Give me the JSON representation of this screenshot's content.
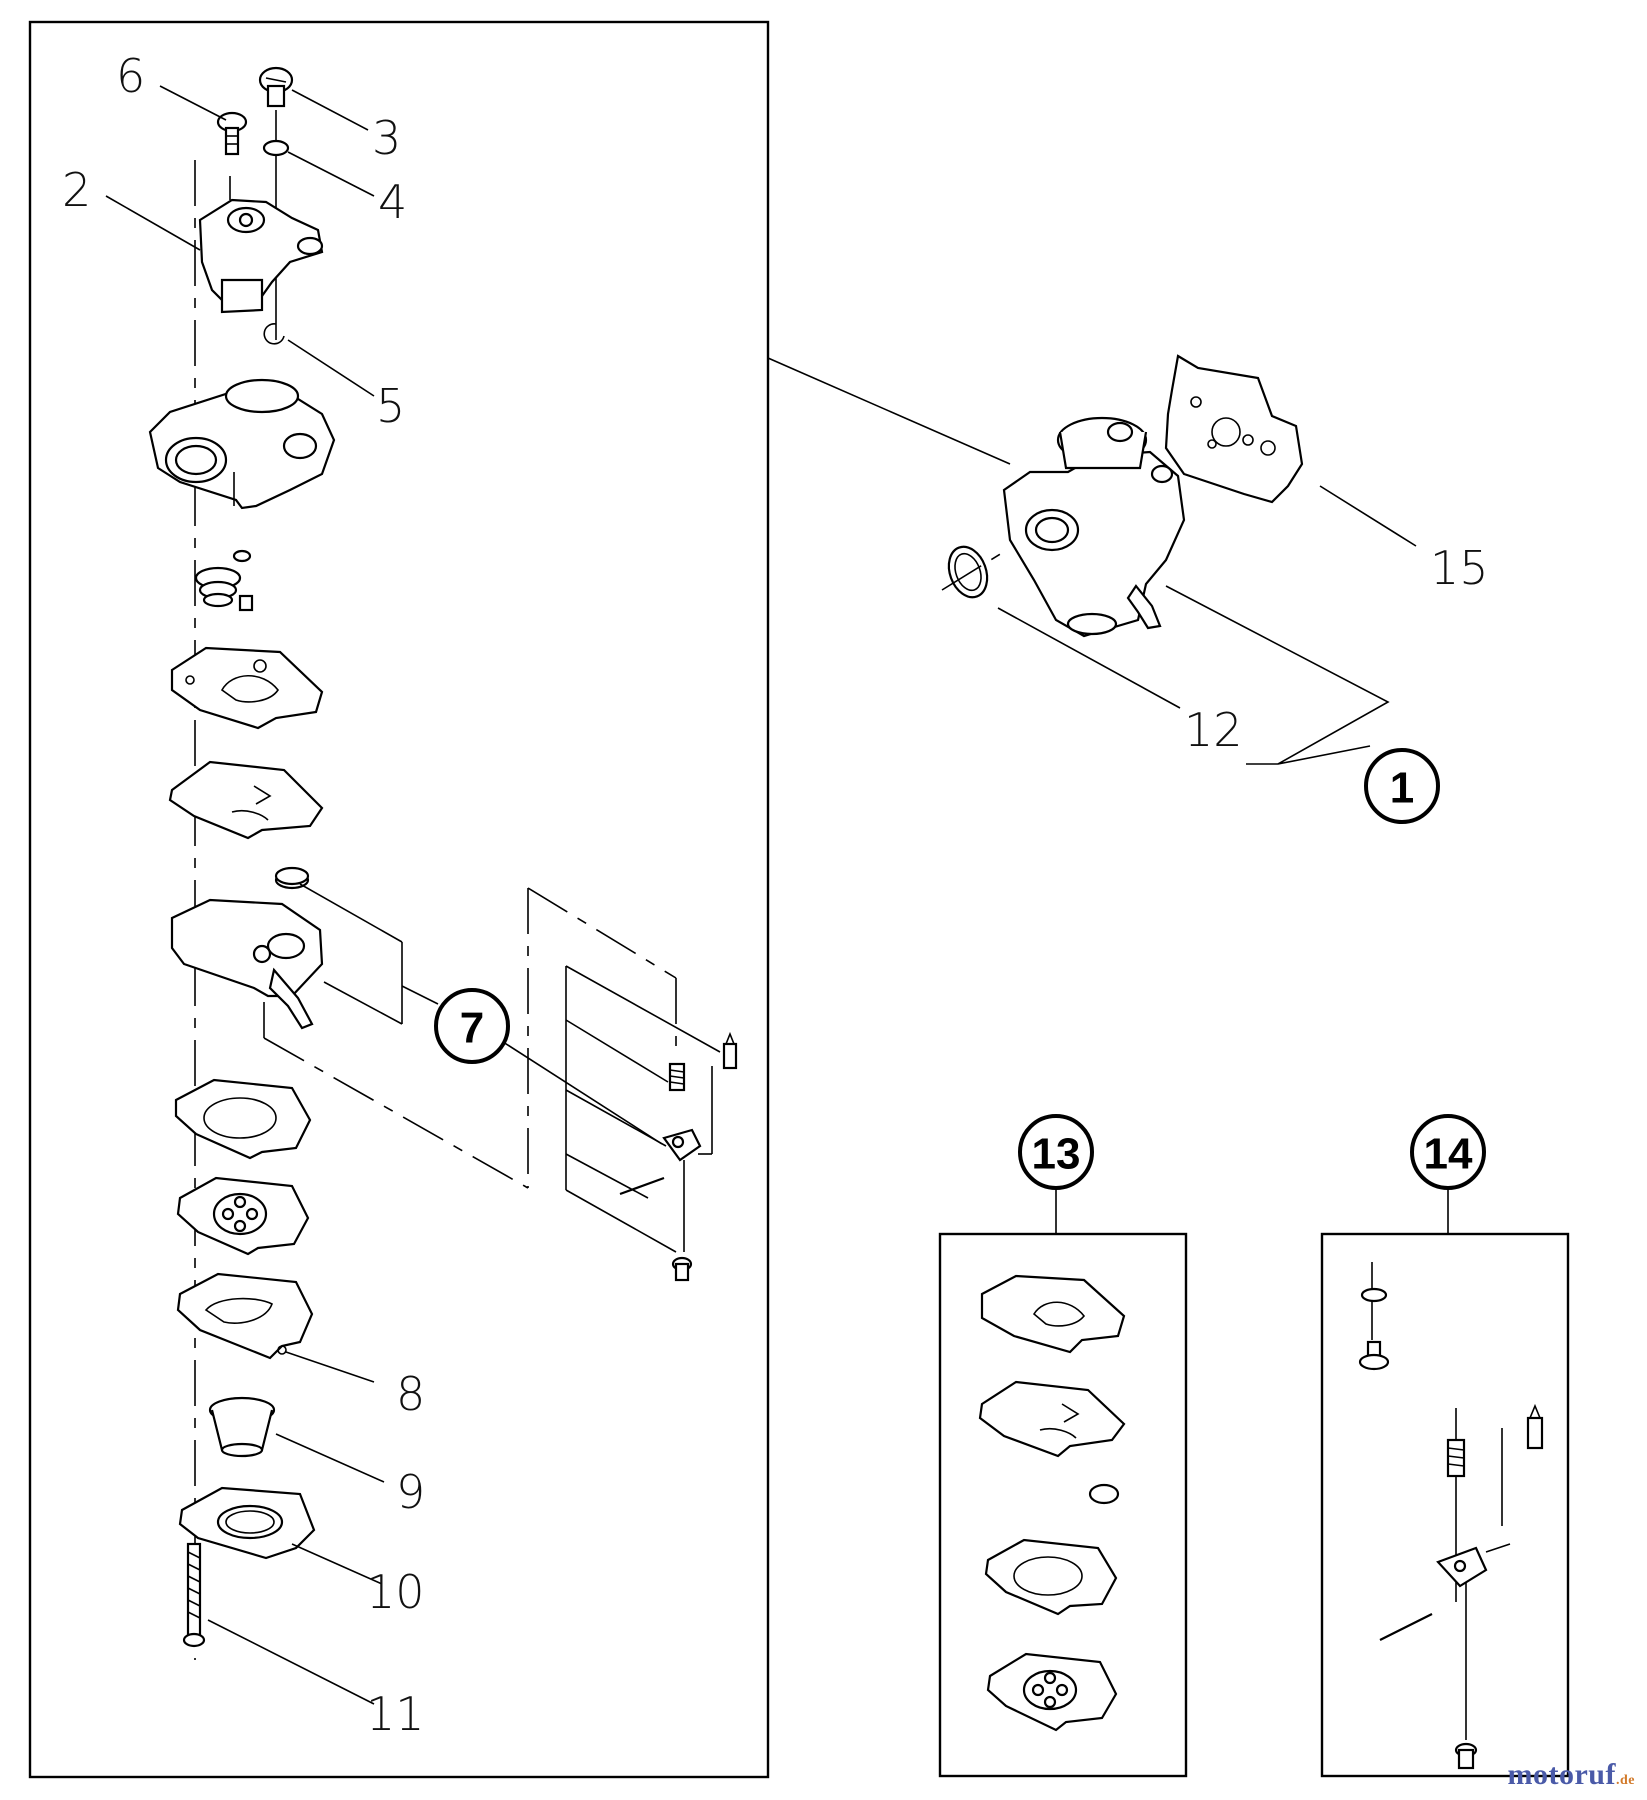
{
  "labels": {
    "p1": "1",
    "p2": "2",
    "p3": "3",
    "p4": "4",
    "p5": "5",
    "p6": "6",
    "p7": "7",
    "p8": "8",
    "p9": "9",
    "p10": "10",
    "p11": "11",
    "p12": "12",
    "p13": "13",
    "p14": "14",
    "p15": "15"
  },
  "watermark": {
    "main": "motoruf",
    "domain": ".de"
  }
}
